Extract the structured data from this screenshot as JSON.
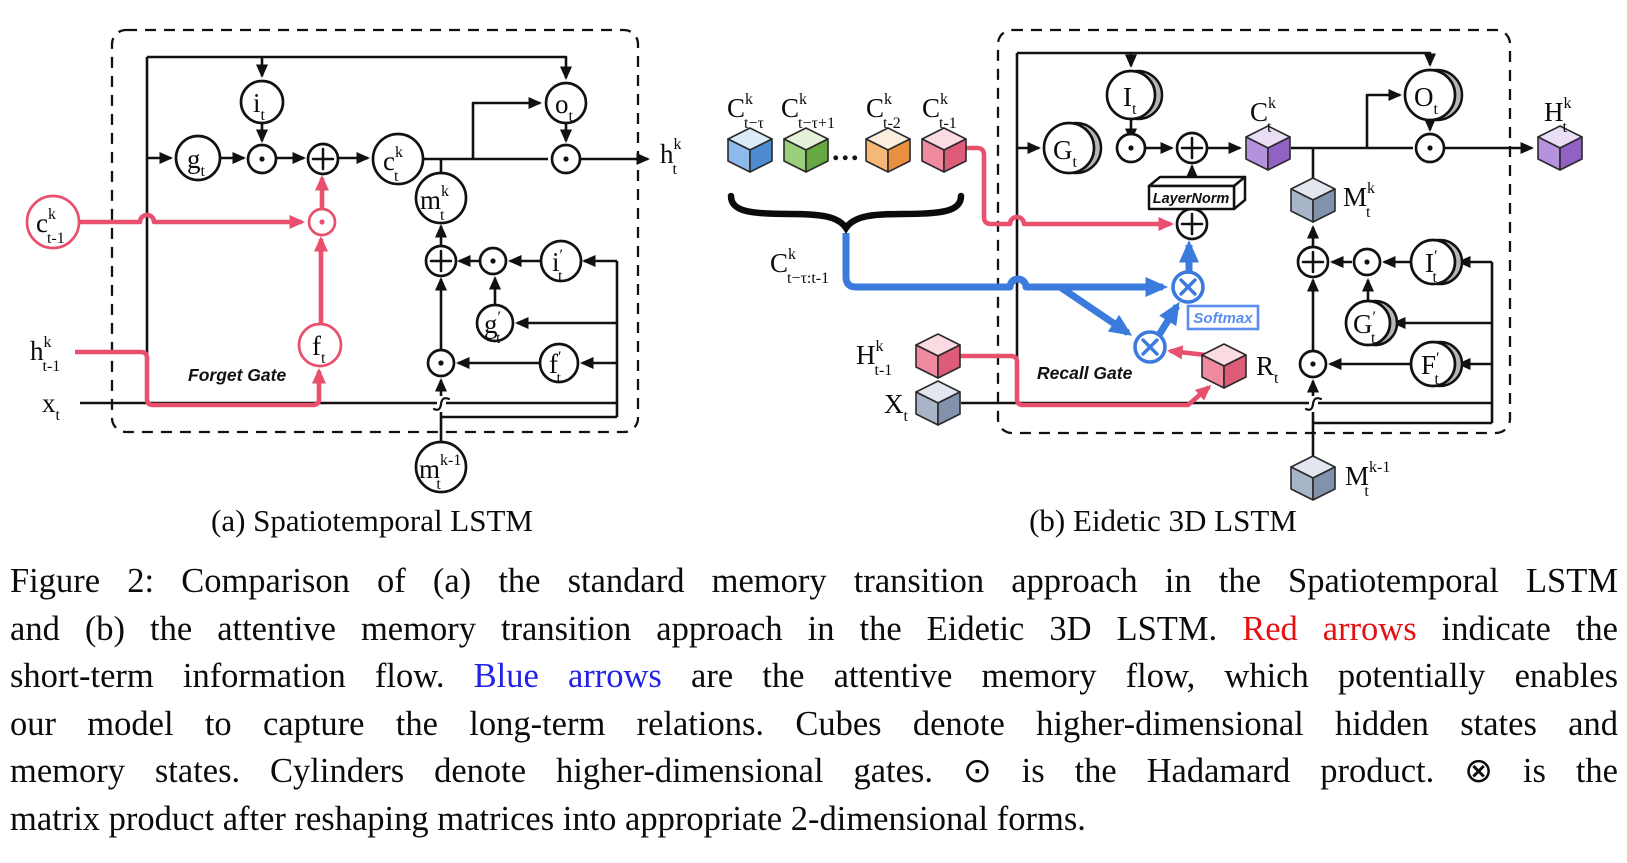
{
  "figure": {
    "panel_a": {
      "title": "(a) Spatiotemporal LSTM",
      "forget_gate": "Forget Gate",
      "nodes": {
        "i": {
          "m": "i",
          "sb": "t"
        },
        "g": {
          "m": "g",
          "sb": "t"
        },
        "o": {
          "m": "o",
          "sb": "t"
        },
        "c": {
          "m": "c",
          "sp": "k",
          "sb": "t"
        },
        "m": {
          "m": "m",
          "sp": "k",
          "sb": "t"
        },
        "ip": {
          "m": "i",
          "sp": "′",
          "sb": "t"
        },
        "gp": {
          "m": "g",
          "sp": "′",
          "sb": "t"
        },
        "fp": {
          "m": "f",
          "sp": "′",
          "sb": "t"
        },
        "f": {
          "m": "f",
          "sb": "t"
        },
        "c_prev": {
          "m": "c",
          "sp": "k",
          "sb": "t-1"
        },
        "h_prev": {
          "m": "h",
          "sp": "k",
          "sb": "t-1"
        },
        "x_in": {
          "m": "x",
          "sb": "t"
        },
        "m_prev": {
          "m": "m",
          "sp": "k-1",
          "sb": "t"
        },
        "h_out": {
          "m": "h",
          "sp": "k",
          "sb": "t"
        }
      }
    },
    "panel_b": {
      "title": "(b) Eidetic 3D LSTM",
      "recall_gate": "Recall Gate",
      "layernorm": "LayerNorm",
      "softmax": "Softmax",
      "dots": "...",
      "memory_cubes": [
        {
          "m": "C",
          "sp": "k",
          "sb": "t−τ"
        },
        {
          "m": "C",
          "sp": "k",
          "sb": "t−τ+1"
        },
        {
          "m": "C",
          "sp": "k",
          "sb": "t-2"
        },
        {
          "m": "C",
          "sp": "k",
          "sb": "t-1"
        }
      ],
      "c_range": {
        "m": "C",
        "sp": "k",
        "sb": "t−τ:t-1"
      },
      "nodes": {
        "G": {
          "m": "G",
          "sb": "t"
        },
        "I": {
          "m": "I",
          "sb": "t"
        },
        "O": {
          "m": "O",
          "sb": "t"
        },
        "Ip": {
          "m": "I",
          "sp": "′",
          "sb": "t"
        },
        "Gp": {
          "m": "G",
          "sp": "′",
          "sb": "t"
        },
        "Fp": {
          "m": "F",
          "sp": "′",
          "sb": "t"
        },
        "C_out": {
          "m": "C",
          "sp": "k",
          "sb": "t"
        },
        "H_out": {
          "m": "H",
          "sp": "k",
          "sb": "t"
        },
        "M": {
          "m": "M",
          "sp": "k",
          "sb": "t"
        },
        "M_prev": {
          "m": "M",
          "sp": "k-1",
          "sb": "t"
        },
        "H_prev": {
          "m": "H",
          "sp": "k",
          "sb": "t-1"
        },
        "X_in": {
          "m": "X",
          "sb": "t"
        },
        "R": {
          "m": "R",
          "sb": "t"
        }
      }
    }
  },
  "caption": {
    "l1": "Figure 2: Comparison of (a) the standard memory transition approach in the Spatiotemporal LSTM",
    "l2a": "and (b) the attentive memory transition approach in the Eidetic 3D LSTM. ",
    "l2b": "Red arrows",
    "l2c": " indicate the",
    "l3a": "short-term information flow. ",
    "l3b": "Blue arrows",
    "l3c": " are the attentive memory flow, which potentially enables",
    "l4": "our model to capture the long-term relations. Cubes denote higher-dimensional hidden states and",
    "l5": "memory states. Cylinders denote higher-dimensional gates. ⊙ is the Hadamard product. ⊗ is the",
    "l6": "matrix product after reshaping matrices into appropriate 2-dimensional forms."
  },
  "colors": {
    "red_arrow": "#e8506e",
    "blue_arrow": "#3a7bdd",
    "softmax_blue": "#5b8dee",
    "caption_red": "#e31212",
    "caption_blue": "#2222e6",
    "cube_blue": "#5d9ae0",
    "cube_green": "#7cbf57",
    "cube_orange": "#f0a254",
    "cube_red": "#e56d86",
    "cube_purple": "#a276cf",
    "cube_gray": "#97a6bd"
  }
}
